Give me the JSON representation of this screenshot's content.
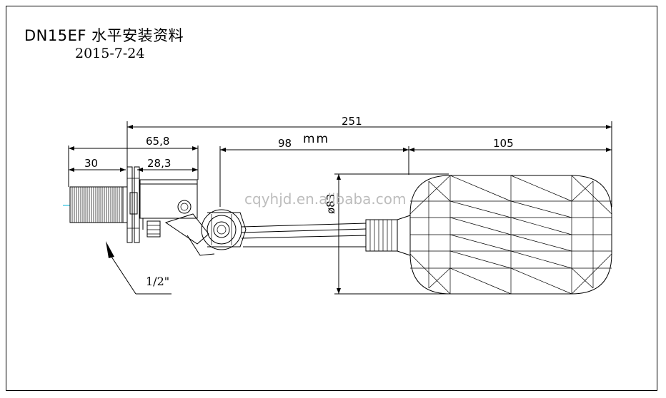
{
  "drawing": {
    "title": "DN15EF 水平安装资料",
    "date": "2015-7-24",
    "units": "mm",
    "watermark": "cqyhjd.en.alibaba.com",
    "thread_label": "1/2\""
  },
  "dimensions": {
    "overall_length": "251",
    "flange_to_arm": "65,8",
    "thread_length": "30",
    "body_length": "28,3",
    "arm_length": "98",
    "float_length": "105",
    "float_diameter": "ø83"
  }
}
